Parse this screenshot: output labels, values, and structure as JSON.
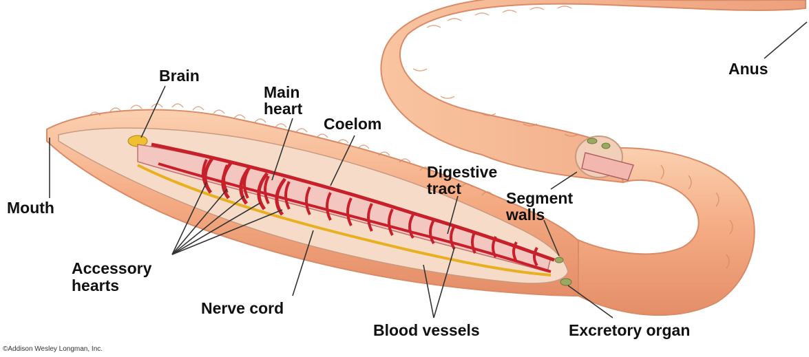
{
  "labels": {
    "brain": "Brain",
    "main_heart_line1": "Main",
    "main_heart_line2": "heart",
    "coelom": "Coelom",
    "anus": "Anus",
    "mouth": "Mouth",
    "digestive_tract_line1": "Digestive",
    "digestive_tract_line2": "tract",
    "segment_walls_line1": "Segment",
    "segment_walls_line2": "walls",
    "accessory_hearts_line1": "Accessory",
    "accessory_hearts_line2": "hearts",
    "nerve_cord": "Nerve cord",
    "blood_vessels": "Blood vessels",
    "excretory_organ": "Excretory organ"
  },
  "copyright": "©Addison Wesley Longman, Inc.",
  "colors": {
    "body_skin": "#f6b48c",
    "body_shadow": "#e08c68",
    "interior": "#f7dcc8",
    "blood_vessel": "#c8202a",
    "nerve": "#e8b020",
    "leader_line": "#333333"
  }
}
